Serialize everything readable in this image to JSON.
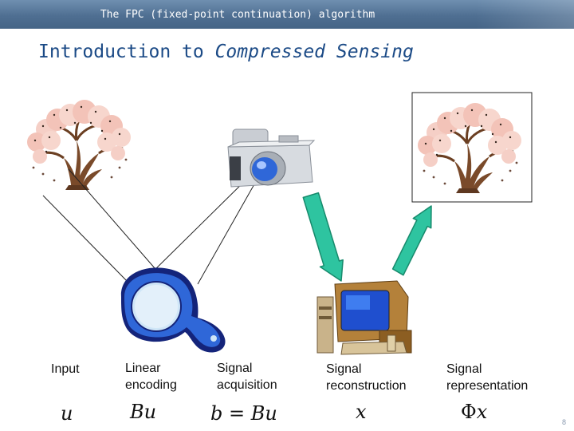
{
  "header": {
    "title": "The FPC (fixed-point continuation) algorithm"
  },
  "slide": {
    "title_plain": "Introduction to ",
    "title_emphasis": "Compressed Sensing",
    "page_number": "8"
  },
  "pipeline": [
    {
      "label": "Input",
      "math": "u"
    },
    {
      "label": "Linear encoding",
      "math": "Bu"
    },
    {
      "label": "Signal acquisition",
      "math": "b = Bu"
    },
    {
      "label": "Signal reconstruction",
      "math": "x"
    },
    {
      "label": "Signal representation",
      "math": "Φx"
    }
  ],
  "labels": {
    "input_l1": "Input",
    "linear_l1": "Linear",
    "linear_l2": "encoding",
    "acq_l1": "Signal",
    "acq_l2": "acquisition",
    "recon_l1": "Signal",
    "recon_l2": "reconstruction",
    "repr_l1": "Signal",
    "repr_l2": "representation"
  },
  "math": {
    "u": "u",
    "bu_B": "B",
    "bu_u": "u",
    "b": "b",
    "eq": " = ",
    "bu2_B": "B",
    "bu2_u": "u",
    "x": "x",
    "phi": "Φ",
    "phix": "x"
  },
  "icons": [
    "tree-icon",
    "camera-icon",
    "magnifier-icon",
    "computer-icon",
    "arrow-icon"
  ],
  "colors": {
    "header": "#4f6f92",
    "title": "#1b4a86",
    "arrow": "#2ec4a0",
    "lens_blue": "#2f67d8"
  }
}
